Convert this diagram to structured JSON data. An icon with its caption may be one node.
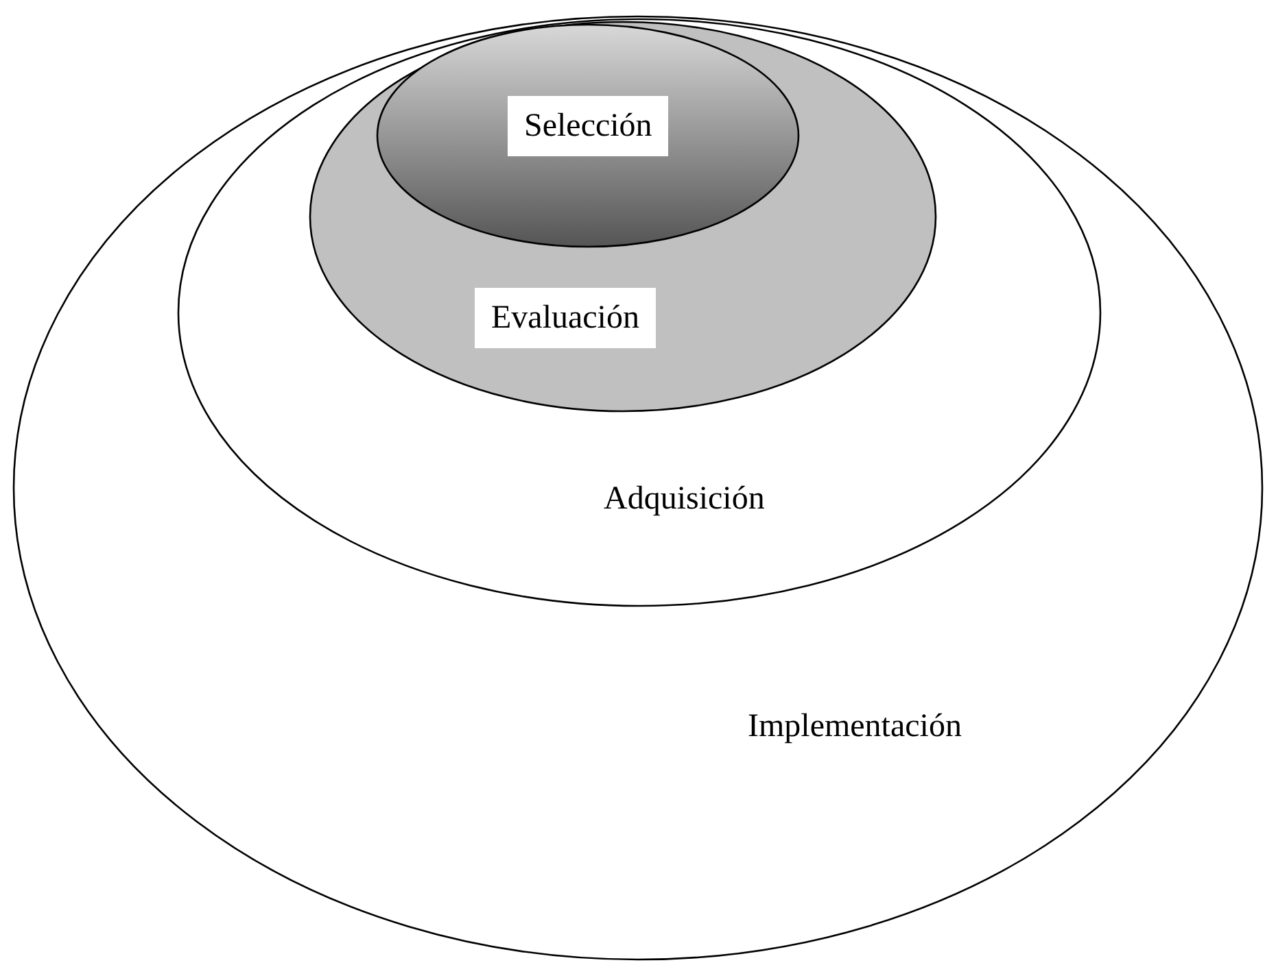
{
  "diagram": {
    "nodes": [
      {
        "text": [
          "Implementación"
        ]
      },
      {
        "text": [
          "Adquisición"
        ],
        "in": 0
      },
      {
        "text": [
          "Evaluación"
        ],
        "in": 1
      },
      {
        "text": [
          "Selección"
        ],
        "in": 2
      }
    ]
  }
}
